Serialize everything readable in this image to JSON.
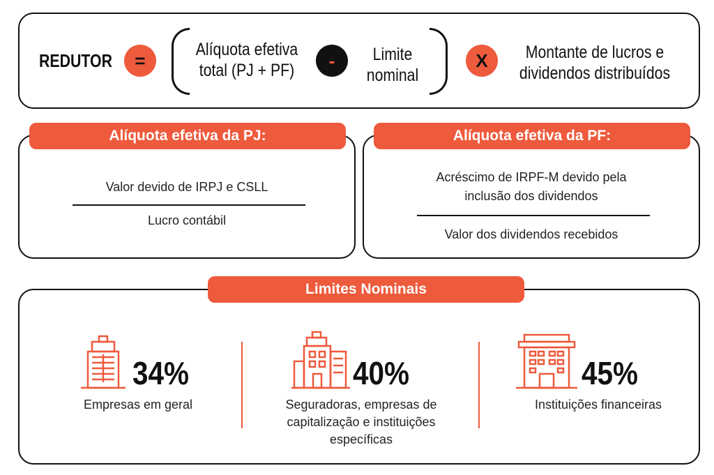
{
  "formula": {
    "label": "REDUTOR",
    "equals": "=",
    "term1_line1": "Alíquota efetiva",
    "term1_line2": "total (PJ + PF)",
    "minus": "-",
    "term2_line1": "Limite",
    "term2_line2": "nominal",
    "times": "X",
    "term3_line1": "Montante de lucros e",
    "term3_line2": "dividendos distribuídos"
  },
  "pj": {
    "title": "Alíquota efetiva da PJ:",
    "numerator": "Valor devido de IRPJ e CSLL",
    "denominator": "Lucro contábil"
  },
  "pf": {
    "title": "Alíquota efetiva da PF:",
    "numerator_line1": "Acréscimo de IRPF-M devido pela",
    "numerator_line2": "inclusão dos dividendos",
    "denominator": "Valor dos dividendos recebidos"
  },
  "limits": {
    "title": "Limites Nominais",
    "items": [
      {
        "percent": "34%",
        "caption_lines": [
          "Empresas em geral"
        ],
        "icon": "office-tower-icon"
      },
      {
        "percent": "40%",
        "caption_lines": [
          "Seguradoras, empresas de",
          "capitalização e instituições",
          "específicas"
        ],
        "icon": "city-buildings-icon"
      },
      {
        "percent": "45%",
        "caption_lines": [
          "Instituições financeiras"
        ],
        "icon": "bank-building-icon"
      }
    ]
  },
  "colors": {
    "accent": "#EE5A3C",
    "text": "#111111",
    "background": "#FFFFFF"
  }
}
